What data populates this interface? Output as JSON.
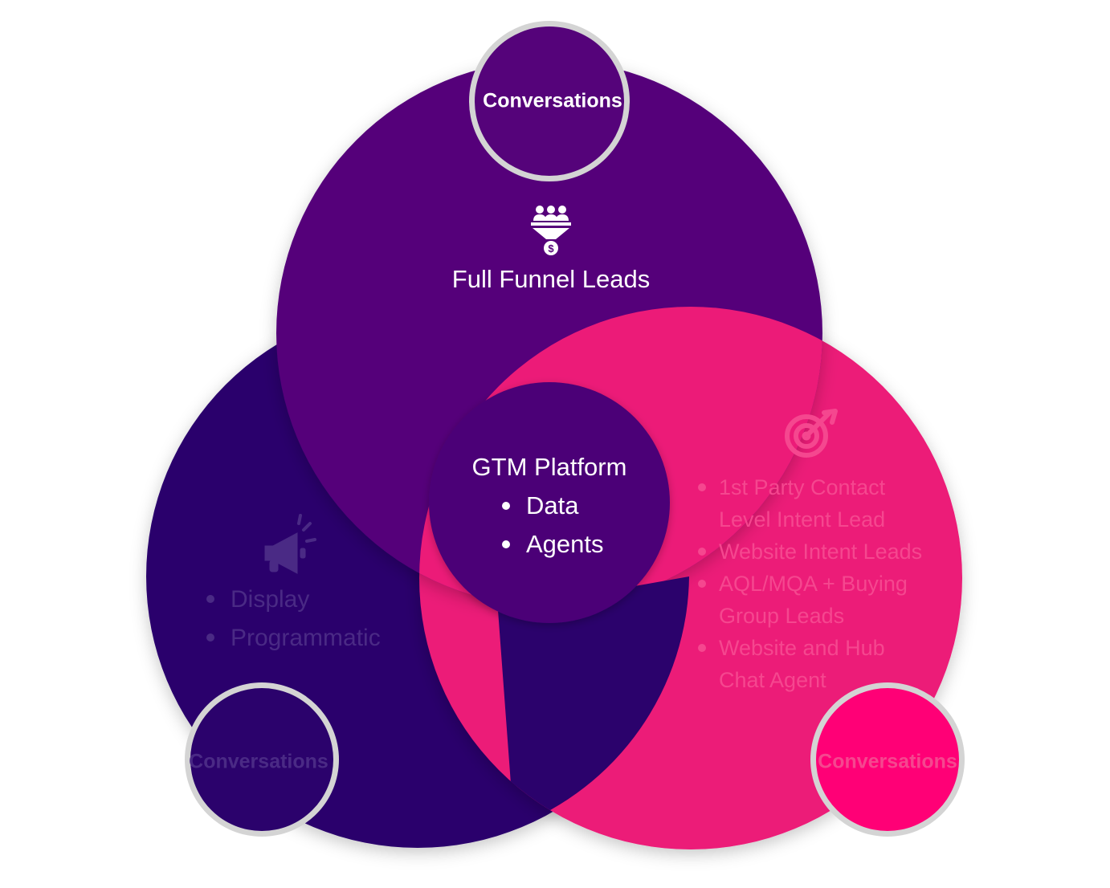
{
  "colors": {
    "top_circle": "#55037a",
    "left_circle": "#2b026c",
    "right_circle": "#ec1b78",
    "center_circle": "#4b0277",
    "badge_top": "#55037a",
    "badge_left": "#2b026c",
    "badge_right": "#ff0076",
    "badge_ring": "#d4d4d4",
    "text_white": "#ffffff",
    "text_faded_left": "#4a2a85",
    "text_faded_right": "#f5478f"
  },
  "top": {
    "badge_label": "Conversations",
    "title": "Full Funnel Leads",
    "icon": "funnel-people-dollar-icon"
  },
  "center": {
    "title": "GTM Platform",
    "bullets": [
      "Data",
      "Agents"
    ]
  },
  "left": {
    "icon": "megaphone-icon",
    "bullets": [
      "Display",
      "Programmatic"
    ],
    "badge_label": "Conversations"
  },
  "right": {
    "icon": "target-arrow-icon",
    "bullets_lines": [
      [
        "1st Party Contact",
        "Level Intent Lead"
      ],
      [
        "Website Intent Leads"
      ],
      [
        "AQL/MQA + Buying",
        "Group Leads"
      ],
      [
        "Website and Hub",
        "Chat Agent"
      ]
    ],
    "badge_label": "Conversations"
  }
}
